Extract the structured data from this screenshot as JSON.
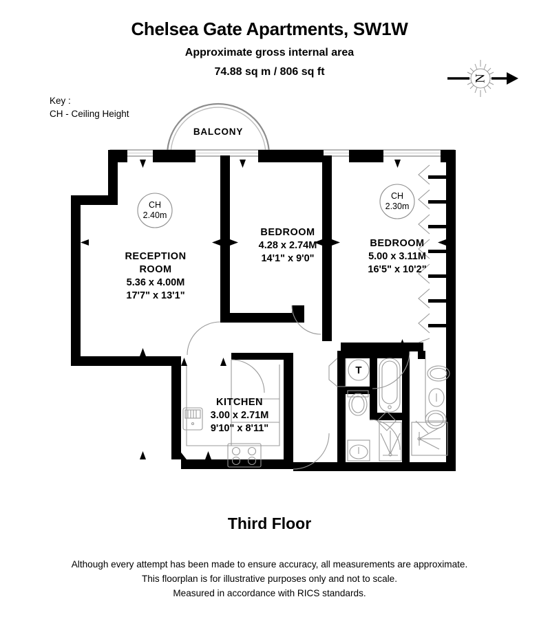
{
  "header": {
    "title": "Chelsea Gate Apartments, SW1W",
    "subtitle": "Approximate gross internal area",
    "area": "74.88 sq m / 806 sq ft"
  },
  "compass": {
    "letter": "N",
    "name": "north-arrow"
  },
  "key": {
    "heading": "Key :",
    "line": "CH - Ceiling Height",
    "text": "Key :\nCH - Ceiling Height"
  },
  "plan": {
    "balcony_label": "BALCONY",
    "ceiling_heights": [
      {
        "id": "ch-reception",
        "label": "CH",
        "value": "2.40m"
      },
      {
        "id": "ch-bedroom2",
        "label": "CH",
        "value": "2.30m"
      }
    ],
    "rooms": [
      {
        "id": "reception-room",
        "name_line1": "RECEPTION",
        "name_line2": "ROOM",
        "metric": "5.36 x 4.00M",
        "imperial": "17'7\" x 13'1\""
      },
      {
        "id": "bedroom-1",
        "name_line1": "BEDROOM",
        "name_line2": "",
        "metric": "4.28 x 2.74M",
        "imperial": "14'1\" x 9'0\""
      },
      {
        "id": "bedroom-2",
        "name_line1": "BEDROOM",
        "name_line2": "",
        "metric": "5.00 x 3.11M",
        "imperial": "16'5\" x 10'2\""
      },
      {
        "id": "kitchen",
        "name_line1": "KITCHEN",
        "name_line2": "",
        "metric": "3.00 x 2.71M",
        "imperial": "9'10\" x 8'11\""
      }
    ],
    "tank_label": "T"
  },
  "floor_label": "Third Floor",
  "footer": {
    "line1": "Although every attempt has been made to ensure accuracy, all measurements are approximate.",
    "line2": "This floorplan is for illustrative purposes only and not to scale.",
    "line3": "Measured in accordance with RICS standards."
  },
  "colors": {
    "wall": "#000000",
    "fixture_stroke": "#9a9a9a",
    "background": "#ffffff"
  }
}
